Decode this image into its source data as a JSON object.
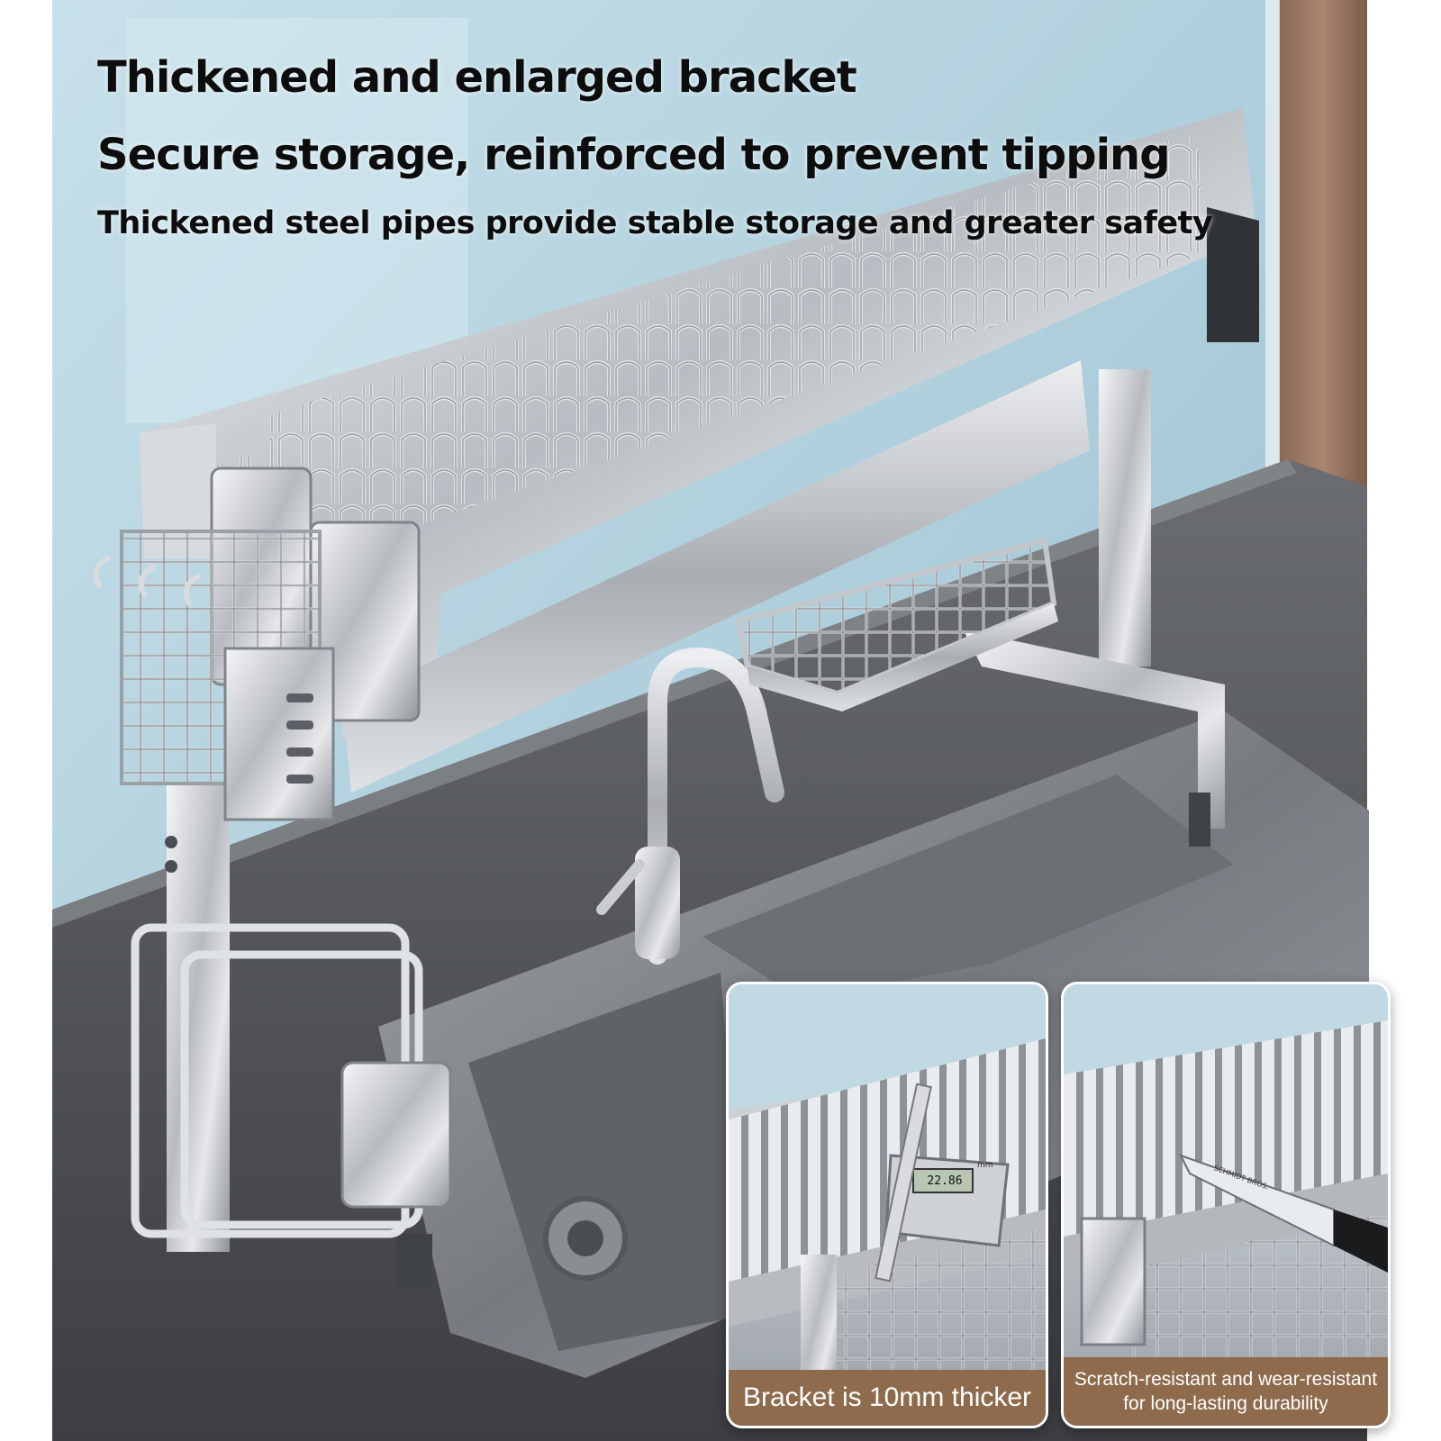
{
  "headline": {
    "line1": "Thickened and enlarged bracket",
    "line2": "Secure storage, reinforced to prevent tipping",
    "line3": "Thickened steel pipes provide stable storage and greater safety"
  },
  "insets": {
    "left_caption": "Bracket is 10mm thicker",
    "right_caption_line1": "Scratch-resistant and wear-resistant",
    "right_caption_line2": "for long-lasting durability",
    "caliper_reading": "22.86",
    "caliper_units": "mm",
    "knife_brand": "SCHMIDT BROS."
  },
  "colors": {
    "caption_bg": "#8e6b4c",
    "steel": "#c9ccd0",
    "countertop": "#55585c",
    "backsplash": "#b9d6e2"
  }
}
